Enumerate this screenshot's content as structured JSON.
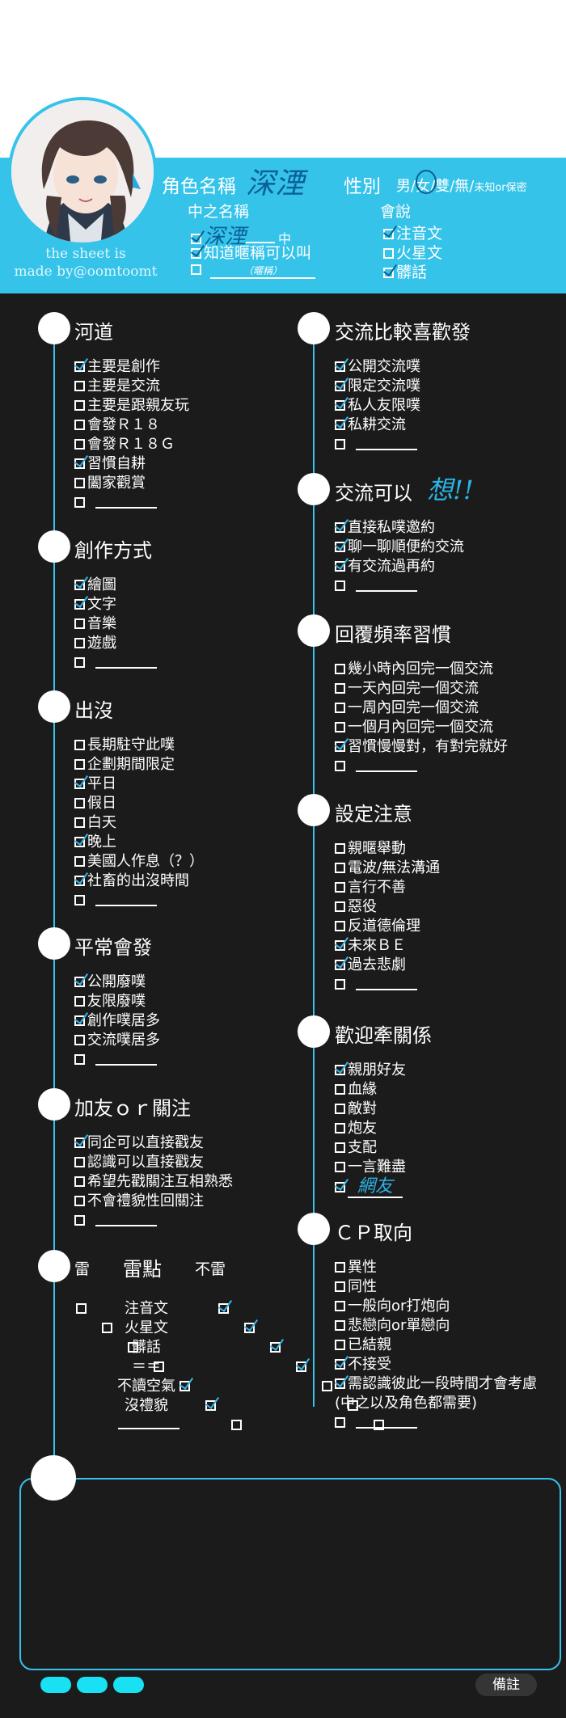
{
  "credit": {
    "line1": "the sheet is",
    "line2": "made by@oomtoomt"
  },
  "header": {
    "name_label": "角色名稱",
    "name_value": "深湮",
    "gender_label": "性別",
    "gender_options": [
      "男",
      "/",
      "女",
      "/",
      "雙",
      "/",
      "無",
      "/"
    ],
    "gender_unknown": "未知or保密",
    "nickname_label": "中之名稱",
    "nickname_rows": [
      {
        "checked": true,
        "text": "深湮",
        "suffix": "中"
      },
      {
        "checked": true,
        "text": "知道暱稱可以叫",
        "suffix": ""
      },
      {
        "checked": false,
        "text": "（暱稱）",
        "suffix": ""
      }
    ],
    "lang_label": "會說",
    "lang_rows": [
      {
        "checked": true,
        "text": "注音文"
      },
      {
        "checked": false,
        "text": "火星文"
      },
      {
        "checked": true,
        "text": "髒話"
      }
    ]
  },
  "left": [
    {
      "title": "河道",
      "items": [
        {
          "checked": true,
          "text": "主要是創作"
        },
        {
          "checked": false,
          "text": "主要是交流"
        },
        {
          "checked": false,
          "text": "主要是跟親友玩"
        },
        {
          "checked": false,
          "text": "會發Ｒ１８"
        },
        {
          "checked": false,
          "text": "會發Ｒ１８Ｇ"
        },
        {
          "checked": true,
          "text": "習慣自耕"
        },
        {
          "checked": false,
          "text": "闔家觀賞"
        },
        {
          "checked": false,
          "text": ""
        }
      ]
    },
    {
      "title": "創作方式",
      "items": [
        {
          "checked": true,
          "text": "繪圖"
        },
        {
          "checked": true,
          "text": "文字"
        },
        {
          "checked": false,
          "text": "音樂"
        },
        {
          "checked": false,
          "text": "遊戲"
        },
        {
          "checked": false,
          "text": ""
        }
      ]
    },
    {
      "title": "出沒",
      "items": [
        {
          "checked": false,
          "text": "長期駐守此噗"
        },
        {
          "checked": false,
          "text": "企劃期間限定"
        },
        {
          "checked": true,
          "text": "平日"
        },
        {
          "checked": false,
          "text": "假日"
        },
        {
          "checked": false,
          "text": "白天"
        },
        {
          "checked": true,
          "text": "晚上"
        },
        {
          "checked": false,
          "text": "美國人作息（？）"
        },
        {
          "checked": true,
          "text": "社畜的出沒時間"
        },
        {
          "checked": false,
          "text": ""
        }
      ]
    },
    {
      "title": "平常會發",
      "items": [
        {
          "checked": true,
          "text": "公開廢噗"
        },
        {
          "checked": false,
          "text": "友限廢噗"
        },
        {
          "checked": true,
          "text": "創作噗居多"
        },
        {
          "checked": false,
          "text": "交流噗居多"
        },
        {
          "checked": false,
          "text": ""
        }
      ]
    },
    {
      "title": "加友ｏｒ關注",
      "items": [
        {
          "checked": true,
          "text": "同企可以直接戳友"
        },
        {
          "checked": false,
          "text": "認識可以直接戳友"
        },
        {
          "checked": false,
          "text": "希望先戳關注互相熟悉"
        },
        {
          "checked": false,
          "text": "不會禮貌性回關注"
        },
        {
          "checked": false,
          "text": ""
        }
      ]
    }
  ],
  "grid": {
    "left_head": "雷",
    "mid_head": "雷點",
    "right_head": "不雷",
    "rows": [
      {
        "label": "注音文",
        "lei": false,
        "bulei": true
      },
      {
        "label": "火星文",
        "lei": false,
        "bulei": true
      },
      {
        "label": "髒話",
        "lei": false,
        "bulei": true
      },
      {
        "label": "＝＝",
        "lei": false,
        "bulei": true
      },
      {
        "label": "不讀空氣",
        "lei": true,
        "bulei": false
      },
      {
        "label": "沒禮貌",
        "lei": true,
        "bulei": false
      },
      {
        "label": "",
        "lei": false,
        "bulei": false
      }
    ]
  },
  "right": [
    {
      "title": "交流比較喜歡發",
      "items": [
        {
          "checked": true,
          "text": "公開交流噗"
        },
        {
          "checked": true,
          "text": "限定交流噗"
        },
        {
          "checked": true,
          "text": "私人友限噗"
        },
        {
          "checked": true,
          "text": "私耕交流"
        },
        {
          "checked": false,
          "text": ""
        }
      ]
    },
    {
      "title": "交流可以",
      "hand": "想!!",
      "items": [
        {
          "checked": true,
          "text": "直接私噗邀約"
        },
        {
          "checked": true,
          "text": "聊一聊順便約交流"
        },
        {
          "checked": true,
          "text": "有交流過再約"
        },
        {
          "checked": false,
          "text": ""
        }
      ]
    },
    {
      "title": "回覆頻率習慣",
      "items": [
        {
          "checked": false,
          "text": "幾小時內回完一個交流"
        },
        {
          "checked": false,
          "text": "一天內回完一個交流"
        },
        {
          "checked": false,
          "text": "一周內回完一個交流"
        },
        {
          "checked": false,
          "text": "一個月內回完一個交流"
        },
        {
          "checked": true,
          "text": "習慣慢慢對，有對完就好"
        },
        {
          "checked": false,
          "text": ""
        }
      ]
    },
    {
      "title": "設定注意",
      "items": [
        {
          "checked": false,
          "text": "親暱舉動"
        },
        {
          "checked": false,
          "text": "電波/無法溝通"
        },
        {
          "checked": false,
          "text": "言行不善"
        },
        {
          "checked": false,
          "text": "惡役"
        },
        {
          "checked": false,
          "text": "反道德倫理"
        },
        {
          "checked": true,
          "text": "未來ＢＥ"
        },
        {
          "checked": true,
          "text": "過去悲劇"
        },
        {
          "checked": false,
          "text": ""
        }
      ]
    },
    {
      "title": "歡迎牽關係",
      "items": [
        {
          "checked": true,
          "text": "親朋好友"
        },
        {
          "checked": false,
          "text": "血緣"
        },
        {
          "checked": false,
          "text": "敵對"
        },
        {
          "checked": false,
          "text": "炮友"
        },
        {
          "checked": false,
          "text": "支配"
        },
        {
          "checked": false,
          "text": "一言難盡"
        },
        {
          "checked": true,
          "text": "",
          "hand": "網友"
        }
      ]
    },
    {
      "title": "ＣＰ取向",
      "items": [
        {
          "checked": false,
          "text": "異性"
        },
        {
          "checked": false,
          "text": "同性"
        },
        {
          "checked": false,
          "text": "一般向or打炮向"
        },
        {
          "checked": false,
          "text": "悲戀向or單戀向"
        },
        {
          "checked": false,
          "text": "已結親"
        },
        {
          "checked": true,
          "text": "不接受"
        },
        {
          "checked": true,
          "text": "需認識彼此一段時間才會考慮"
        },
        {
          "checked": false,
          "text": "(中之以及角色都需要)",
          "nobox": true
        },
        {
          "checked": false,
          "text": ""
        }
      ]
    }
  ],
  "memo": "備註"
}
